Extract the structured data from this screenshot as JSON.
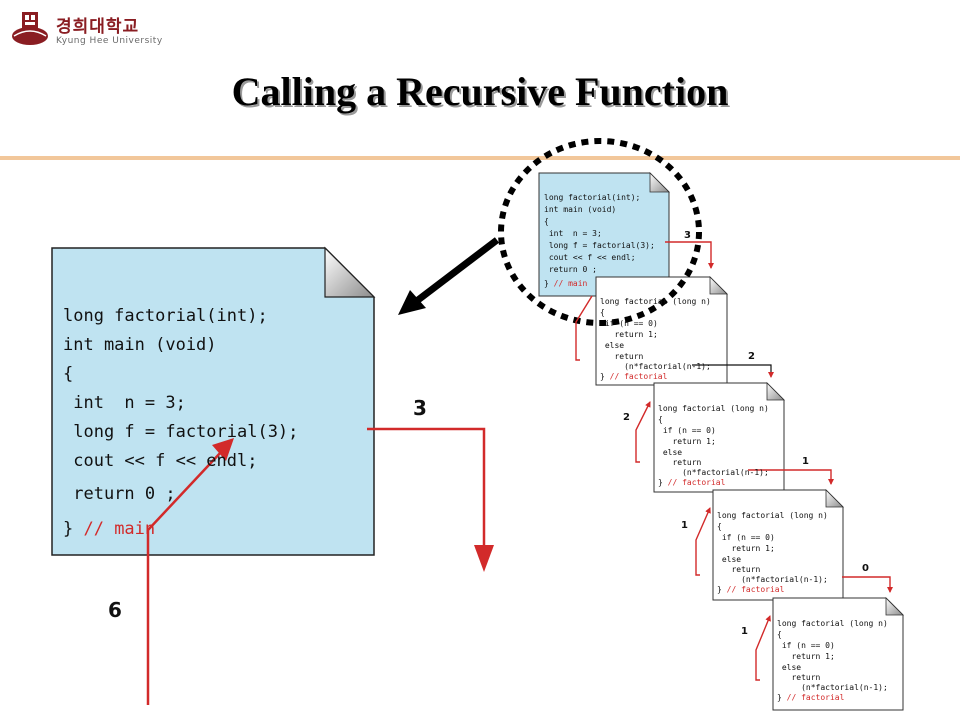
{
  "header": {
    "logo_korean": "경희대학교",
    "logo_english": "Kyung Hee University"
  },
  "slide": {
    "title": "Calling a Recursive Function"
  },
  "main_code": {
    "lines": [
      "long factorial(int);",
      "int main (void)",
      "{",
      " int  n = 3;",
      " long f = factorial(3);",
      " cout << f << endl;",
      " return 0 ;",
      "} "
    ],
    "comment": "// main"
  },
  "factorial_code": {
    "lines": [
      "long factorial (long n)",
      "{",
      " if (n == 0)",
      "   return 1;",
      " else",
      "   return",
      "     (n*factorial(n-1);",
      "} "
    ],
    "comment": "// factorial"
  },
  "labels": {
    "arg_3": "3",
    "ret_6": "6",
    "call_2": "2",
    "ret_2": "2",
    "call_1": "1",
    "ret_1": "1",
    "call_0": "0",
    "ret_1b": "1"
  },
  "colors": {
    "doc_fill": "#bfe3f1",
    "arrow_red": "#d22a2a",
    "title_shadow": "#9a9a9a",
    "rule": "#f2c79a"
  }
}
